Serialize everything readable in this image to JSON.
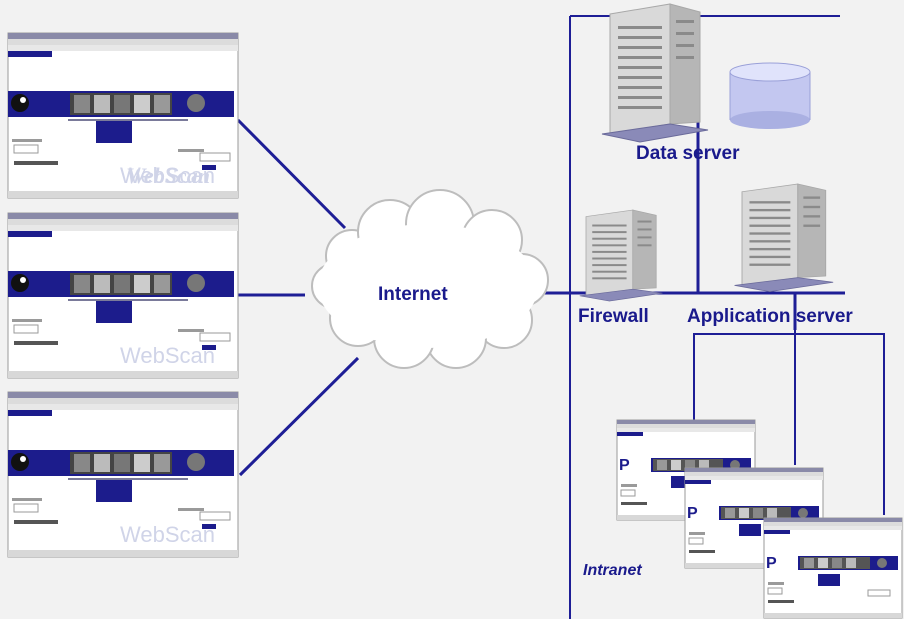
{
  "labels": {
    "internet": "Internet",
    "data_server": "Data server",
    "firewall": "Firewall",
    "application_server": "Application server",
    "intranet": "Intranet"
  },
  "thumbnail_watermark": "WebScan",
  "colors": {
    "line": "#1e1e96",
    "label": "#1a1a8c",
    "banner": "#1c1c8c",
    "server_body": "#d9d9d9",
    "database": "#c3c7f0",
    "cloud": "#ffffff"
  },
  "icons": [
    "screenshot-thumbnail",
    "cloud-icon",
    "server-icon",
    "database-icon",
    "firewall-icon"
  ]
}
